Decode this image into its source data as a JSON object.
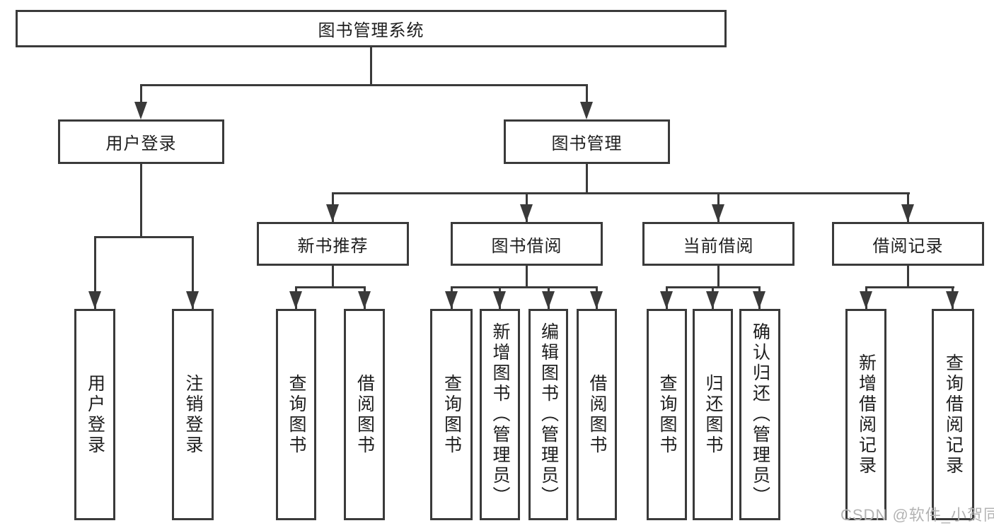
{
  "diagram": {
    "root": "图书管理系统",
    "level2": [
      {
        "label": "用户登录"
      },
      {
        "label": "图书管理"
      }
    ],
    "level3": [
      {
        "label": "新书推荐"
      },
      {
        "label": "图书借阅"
      },
      {
        "label": "当前借阅"
      },
      {
        "label": "借阅记录"
      }
    ],
    "leaves": {
      "user_login": [
        "用户登录",
        "注销登录"
      ],
      "new_book": [
        "查询图书",
        "借阅图书"
      ],
      "book_borrow": [
        "查询图书",
        "新增图书（管理员）",
        "编辑图书（管理员）",
        "借阅图书"
      ],
      "current_borrow": [
        "查询图书",
        "归还图书",
        "确认归还（管理员）"
      ],
      "borrow_record": [
        "新增借阅记录",
        "查询借阅记录"
      ]
    }
  },
  "watermark": "CSDN @软件_小贺同学",
  "colors": {
    "line": "#3a3a3a",
    "text": "#1e1e1e",
    "watermark": "#b3b3b3",
    "background": "#ffffff"
  }
}
